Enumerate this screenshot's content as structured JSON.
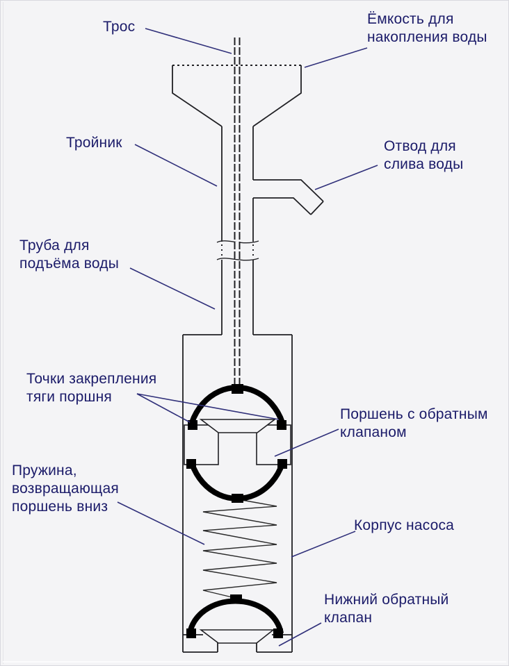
{
  "labels": {
    "cable": "Трос",
    "tank": "Ёмкость для\nнакопления воды",
    "tee": "Тройник",
    "drain": "Отвод для\nслива воды",
    "riser": "Труба для\nподъёма воды",
    "attach_points": "Точки закрепления\nтяги поршня",
    "piston": "Поршень с обратным\nклапаном",
    "spring": "Пружина,\nвозвращающая\nпоршень вниз",
    "body": "Корпус насоса",
    "lower_valve": "Нижний обратный\nклапан"
  },
  "colors": {
    "background": "#f4f4f6",
    "label_text": "#1b1b69",
    "leader_line": "#30307a",
    "outline": "#202024",
    "black": "#000000"
  }
}
